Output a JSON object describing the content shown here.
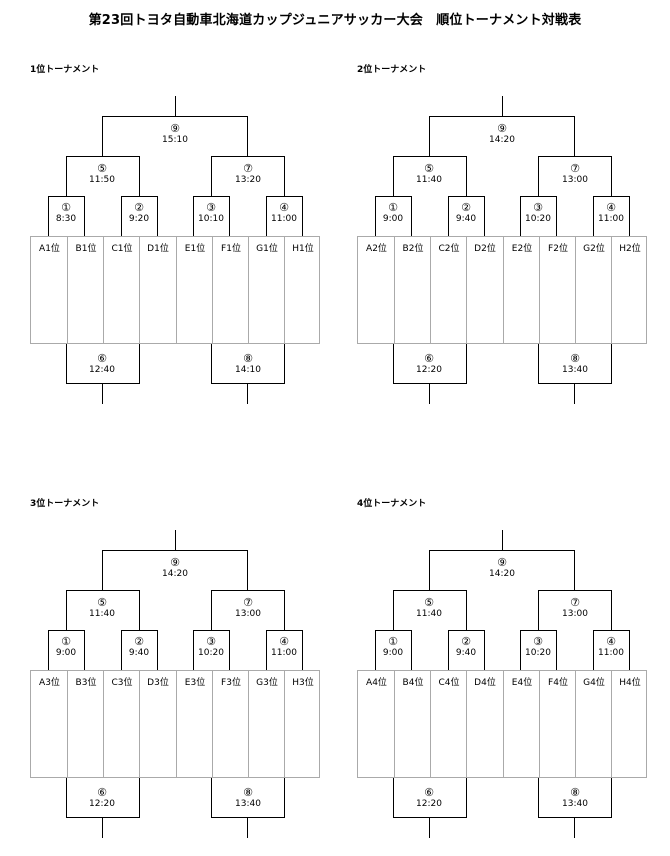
{
  "title": "第23回トヨタ自動車北海道カップジュニアサッカー大会　順位トーナメント対戦表",
  "brackets": [
    {
      "label": "1位トーナメント",
      "teams": [
        "A1位",
        "B1位",
        "C1位",
        "D1位",
        "E1位",
        "F1位",
        "G1位",
        "H1位"
      ],
      "matches": {
        "m1": {
          "num": "①",
          "time": "8:30"
        },
        "m2": {
          "num": "②",
          "time": "9:20"
        },
        "m3": {
          "num": "③",
          "time": "10:10"
        },
        "m4": {
          "num": "④",
          "time": "11:00"
        },
        "m5": {
          "num": "⑤",
          "time": "11:50"
        },
        "m7": {
          "num": "⑦",
          "time": "13:20"
        },
        "m9": {
          "num": "⑨",
          "time": "15:10"
        },
        "m6": {
          "num": "⑥",
          "time": "12:40"
        },
        "m8": {
          "num": "⑧",
          "time": "14:10"
        }
      }
    },
    {
      "label": "2位トーナメント",
      "teams": [
        "A2位",
        "B2位",
        "C2位",
        "D2位",
        "E2位",
        "F2位",
        "G2位",
        "H2位"
      ],
      "matches": {
        "m1": {
          "num": "①",
          "time": "9:00"
        },
        "m2": {
          "num": "②",
          "time": "9:40"
        },
        "m3": {
          "num": "③",
          "time": "10:20"
        },
        "m4": {
          "num": "④",
          "time": "11:00"
        },
        "m5": {
          "num": "⑤",
          "time": "11:40"
        },
        "m7": {
          "num": "⑦",
          "time": "13:00"
        },
        "m9": {
          "num": "⑨",
          "time": "14:20"
        },
        "m6": {
          "num": "⑥",
          "time": "12:20"
        },
        "m8": {
          "num": "⑧",
          "time": "13:40"
        }
      }
    },
    {
      "label": "3位トーナメント",
      "teams": [
        "A3位",
        "B3位",
        "C3位",
        "D3位",
        "E3位",
        "F3位",
        "G3位",
        "H3位"
      ],
      "matches": {
        "m1": {
          "num": "①",
          "time": "9:00"
        },
        "m2": {
          "num": "②",
          "time": "9:40"
        },
        "m3": {
          "num": "③",
          "time": "10:20"
        },
        "m4": {
          "num": "④",
          "time": "11:00"
        },
        "m5": {
          "num": "⑤",
          "time": "11:40"
        },
        "m7": {
          "num": "⑦",
          "time": "13:00"
        },
        "m9": {
          "num": "⑨",
          "time": "14:20"
        },
        "m6": {
          "num": "⑥",
          "time": "12:20"
        },
        "m8": {
          "num": "⑧",
          "time": "13:40"
        }
      }
    },
    {
      "label": "4位トーナメント",
      "teams": [
        "A4位",
        "B4位",
        "C4位",
        "D4位",
        "E4位",
        "F4位",
        "G4位",
        "H4位"
      ],
      "matches": {
        "m1": {
          "num": "①",
          "time": "9:00"
        },
        "m2": {
          "num": "②",
          "time": "9:40"
        },
        "m3": {
          "num": "③",
          "time": "10:20"
        },
        "m4": {
          "num": "④",
          "time": "11:00"
        },
        "m5": {
          "num": "⑤",
          "time": "11:40"
        },
        "m7": {
          "num": "⑦",
          "time": "13:00"
        },
        "m9": {
          "num": "⑨",
          "time": "14:20"
        },
        "m6": {
          "num": "⑥",
          "time": "12:20"
        },
        "m8": {
          "num": "⑧",
          "time": "13:40"
        }
      }
    }
  ]
}
